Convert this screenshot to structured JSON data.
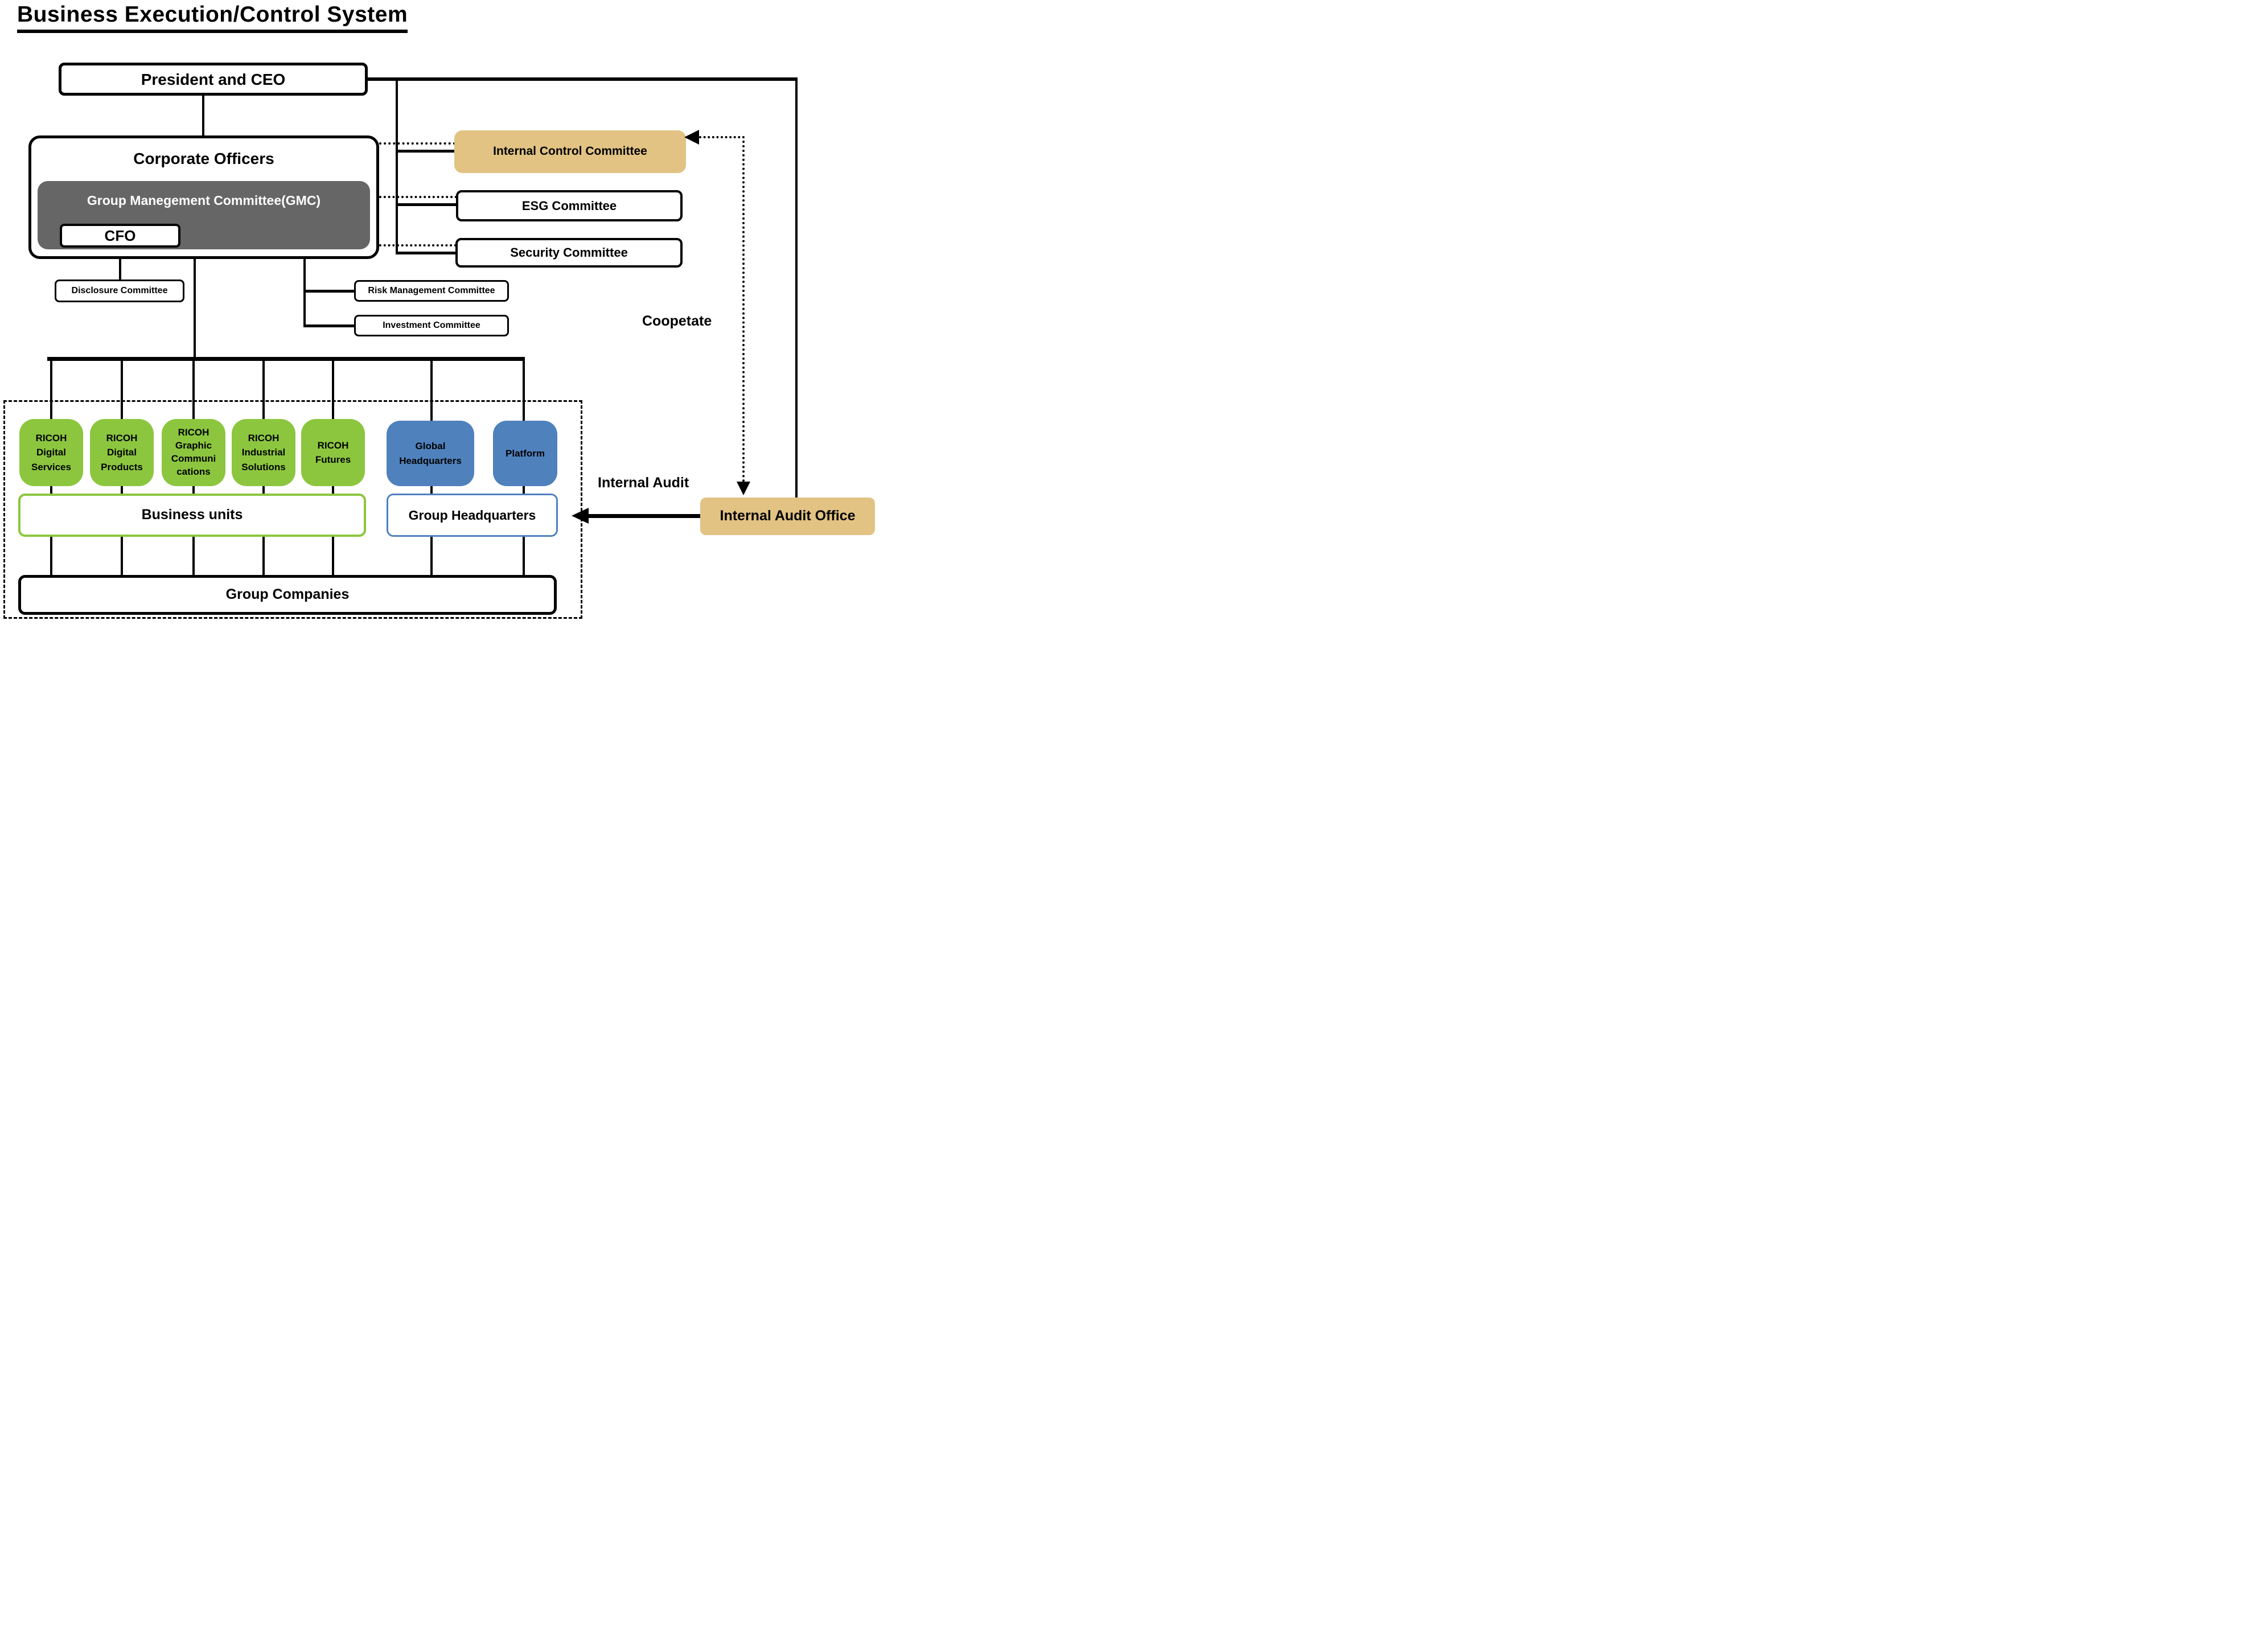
{
  "title": "Business Execution/Control System",
  "colors": {
    "accent_tan": "#E2C383",
    "accent_green": "#8CC63F",
    "accent_blue": "#4F81BD",
    "gmc_gray": "#666666",
    "line_black": "#000000"
  },
  "nodes": {
    "president": "President and CEO",
    "corporate_officers": "Corporate Officers",
    "gmc": "Group Manegement Committee(GMC)",
    "cfo": "CFO",
    "disclosure": "Disclosure Committee",
    "risk": "Risk Management Committee",
    "investment": "Investment Committee",
    "internal_control": "Internal Control Committee",
    "esg": "ESG Committee",
    "security": "Security Committee",
    "business_units": "Business units",
    "group_headquarters": "Group Headquarters",
    "group_companies": "Group Companies",
    "internal_audit_office": "Internal Audit Office"
  },
  "units": {
    "green": [
      "RICOH\nDigital\nServices",
      "RICOH\nDigital\nProducts",
      "RICOH\nGraphic\nCommuni\ncations",
      "RICOH\nIndustrial\nSolutions",
      "RICOH\nFutures"
    ],
    "blue": [
      "Global\nHeadquarters",
      "Platform"
    ]
  },
  "labels": {
    "coopetate": "Coopetate",
    "internal_audit": "Internal Audit"
  }
}
